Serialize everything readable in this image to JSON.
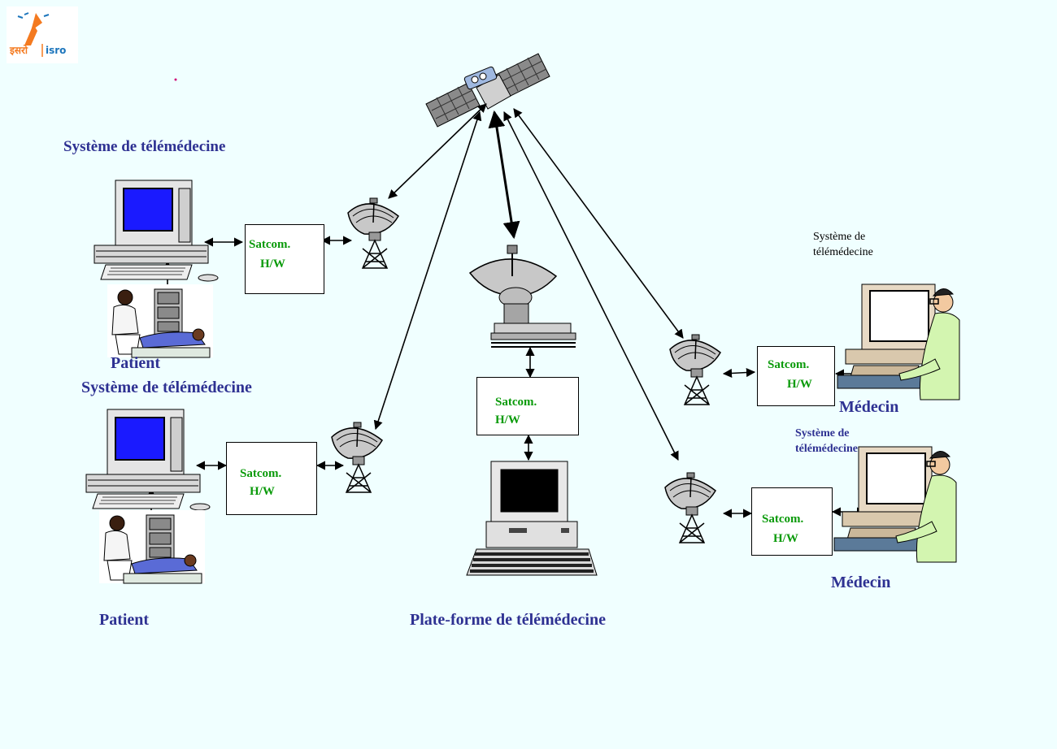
{
  "logo": {
    "text_hindi": "इसरो",
    "text_latin": "isro"
  },
  "labels": {
    "patient_top": "Patient",
    "patient_bottom": "Patient",
    "system_top_left": "Système de télémédecine",
    "system_mid_left": "Système de télémédecine",
    "system_right_top": "Système de télémédecine",
    "system_right_mid": "Système de télémédecine",
    "doctor_top": "Médecin",
    "doctor_bottom": "Médecin",
    "platform": "Plate-forme de télémédecine"
  },
  "boxes": {
    "left_top": {
      "line1": "Satcom.",
      "line2": "H/W"
    },
    "left_bottom": {
      "line1": "Satcom.",
      "line2": "H/W"
    },
    "center": {
      "line1": "Satcom.",
      "line2": "H/W"
    },
    "right_top": {
      "line1": "Satcom.",
      "line2": "H/W"
    },
    "right_bottom": {
      "line1": "Satcom.",
      "line2": "H/W"
    }
  },
  "colors": {
    "background": "#f0ffff",
    "label_navy": "#2e3192",
    "box_text_green": "#0a9a0a",
    "logo_orange": "#f47a20",
    "logo_blue": "#1c75bc"
  }
}
